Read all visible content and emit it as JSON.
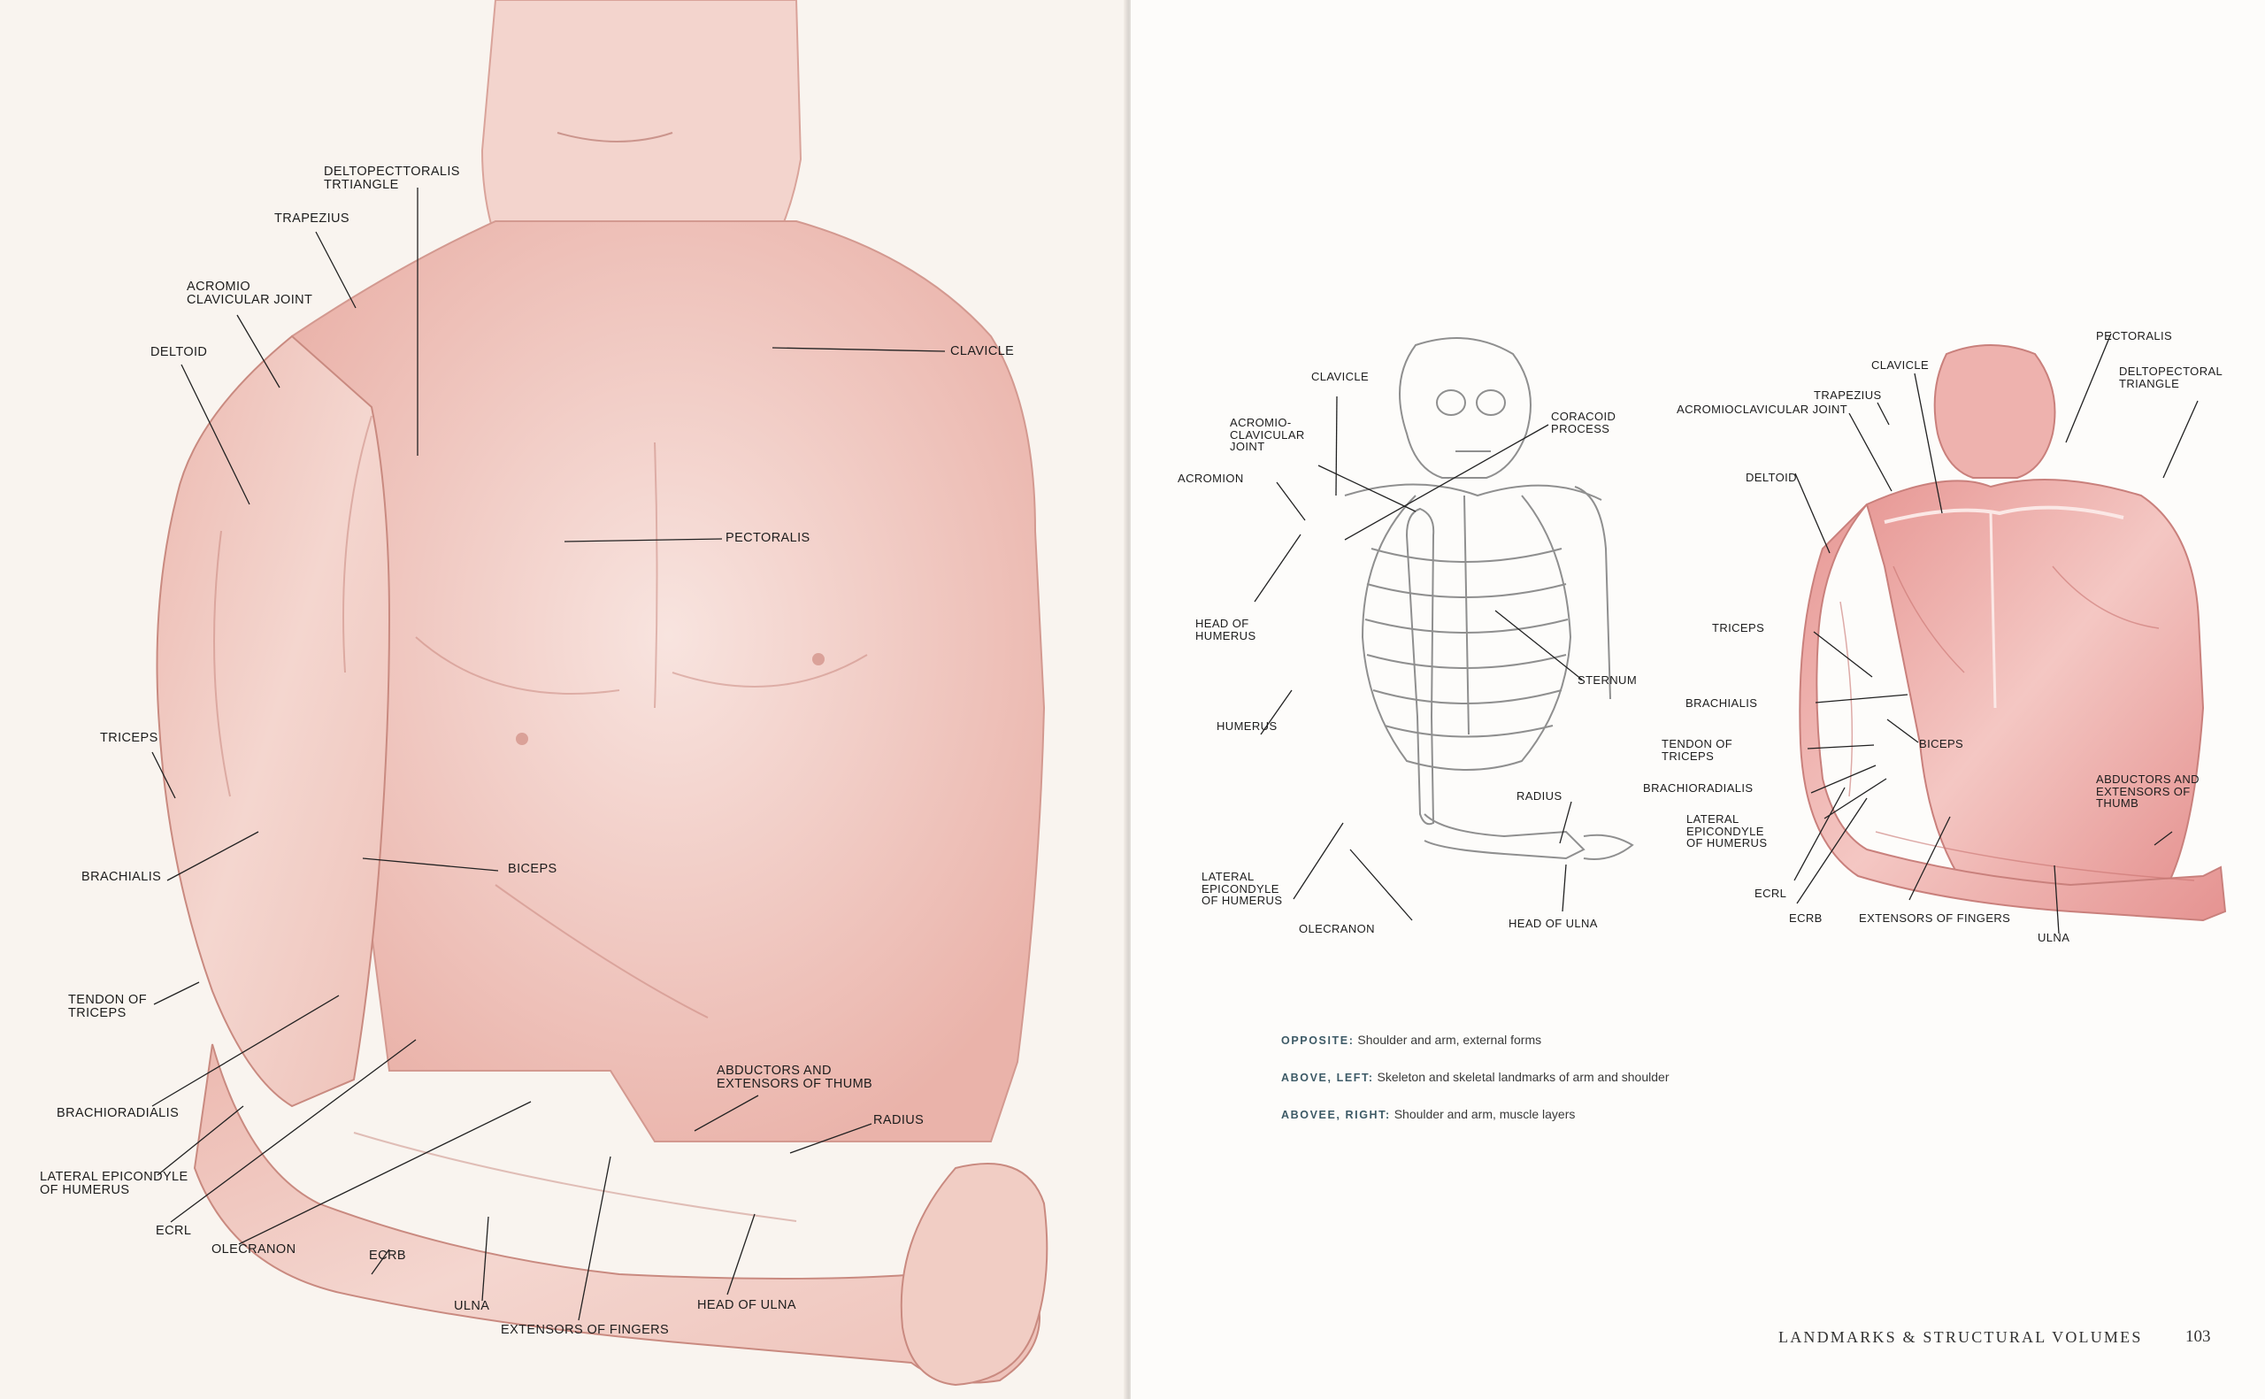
{
  "main_figure": {
    "labels": [
      {
        "id": "deltopectoralis",
        "text": "DELTOPECTTORALIS\nTRTIANGLE"
      },
      {
        "id": "trapezius",
        "text": "TRAPEZIUS"
      },
      {
        "id": "acromio",
        "text": "ACROMIO\nCLAVICULAR JOINT"
      },
      {
        "id": "deltoid",
        "text": "DELTOID"
      },
      {
        "id": "clavicle",
        "text": "CLAVICLE"
      },
      {
        "id": "pectoralis",
        "text": "PECTORALIS"
      },
      {
        "id": "triceps",
        "text": "TRICEPS"
      },
      {
        "id": "brachialis",
        "text": "BRACHIALIS"
      },
      {
        "id": "biceps",
        "text": "BICEPS"
      },
      {
        "id": "tendon",
        "text": "TENDON OF\nTRICEPS"
      },
      {
        "id": "abductors",
        "text": "ABDUCTORS AND\nEXTENSORS OF THUMB"
      },
      {
        "id": "radius",
        "text": "RADIUS"
      },
      {
        "id": "brachioradialis",
        "text": "BRACHIORADIALIS"
      },
      {
        "id": "lateral",
        "text": "LATERAL EPICONDYLE\nOF HUMERUS"
      },
      {
        "id": "ecrl",
        "text": "ECRL"
      },
      {
        "id": "olecranon",
        "text": "OLECRANON"
      },
      {
        "id": "ecrb",
        "text": "ECRB"
      },
      {
        "id": "ulna",
        "text": "ULNA"
      },
      {
        "id": "head_ulna",
        "text": "HEAD OF ULNA"
      },
      {
        "id": "extensors",
        "text": "EXTENSORS OF FINGERS"
      }
    ]
  },
  "skeleton_figure": {
    "labels": [
      {
        "id": "clavicle",
        "text": "CLAVICLE"
      },
      {
        "id": "acromio",
        "text": "ACROMIO-\nCLAVICULAR\nJOINT"
      },
      {
        "id": "coracoid",
        "text": "CORACOID\nPROCESS"
      },
      {
        "id": "acromion",
        "text": "ACROMION"
      },
      {
        "id": "head_humerus",
        "text": "HEAD OF\nHUMERUS"
      },
      {
        "id": "sternum",
        "text": "STERNUM"
      },
      {
        "id": "humerus",
        "text": "HUMERUS"
      },
      {
        "id": "radius",
        "text": "RADIUS"
      },
      {
        "id": "lateral",
        "text": "LATERAL\nEPICONDYLE\nOF HUMERUS"
      },
      {
        "id": "head_ulna",
        "text": "HEAD OF ULNA"
      },
      {
        "id": "olecranon",
        "text": "OLECRANON"
      }
    ]
  },
  "muscle_figure": {
    "labels": [
      {
        "id": "pectoralis",
        "text": "PECTORALIS"
      },
      {
        "id": "clavicle",
        "text": "CLAVICLE"
      },
      {
        "id": "deltopectoral",
        "text": "DELTOPECTORAL\nTRIANGLE"
      },
      {
        "id": "trapezius",
        "text": "TRAPEZIUS"
      },
      {
        "id": "acromio",
        "text": "ACROMIOCLAVICULAR JOINT"
      },
      {
        "id": "deltoid",
        "text": "DELTOID"
      },
      {
        "id": "triceps",
        "text": "TRICEPS"
      },
      {
        "id": "brachialis",
        "text": "BRACHIALIS"
      },
      {
        "id": "tendon",
        "text": "TENDON OF\nTRICEPS"
      },
      {
        "id": "biceps",
        "text": "BICEPS"
      },
      {
        "id": "brachioradialis",
        "text": "BRACHIORADIALIS"
      },
      {
        "id": "abductors",
        "text": "ABDUCTORS AND\nEXTENSORS OF\nTHUMB"
      },
      {
        "id": "lateral",
        "text": "LATERAL\nEPICONDYLE\nOF HUMERUS"
      },
      {
        "id": "ecrl",
        "text": "ECRL"
      },
      {
        "id": "ecrb",
        "text": "ECRB"
      },
      {
        "id": "extensors",
        "text": "EXTENSORS OF FINGERS"
      },
      {
        "id": "ulna",
        "text": "ULNA"
      }
    ]
  },
  "captions": [
    {
      "key": "OPPOSITE:",
      "text": " Shoulder and arm, external forms"
    },
    {
      "key": "ABOVE, LEFT:",
      "text": " Skeleton and skeletal landmarks of arm and shoulder"
    },
    {
      "key": "ABOVEE, RIGHT:",
      "text": " Shoulder and arm, muscle layers"
    }
  ],
  "footer": {
    "running_head": "LANDMARKS & STRUCTURAL VOLUMES",
    "page_number": "103"
  },
  "colors": {
    "skin": "#f0c9c1",
    "skin_shadow": "#d98f86",
    "muscle": "#eaa3a2",
    "bone_line": "#8a8a8a",
    "caption_key": "#3d5a66"
  }
}
